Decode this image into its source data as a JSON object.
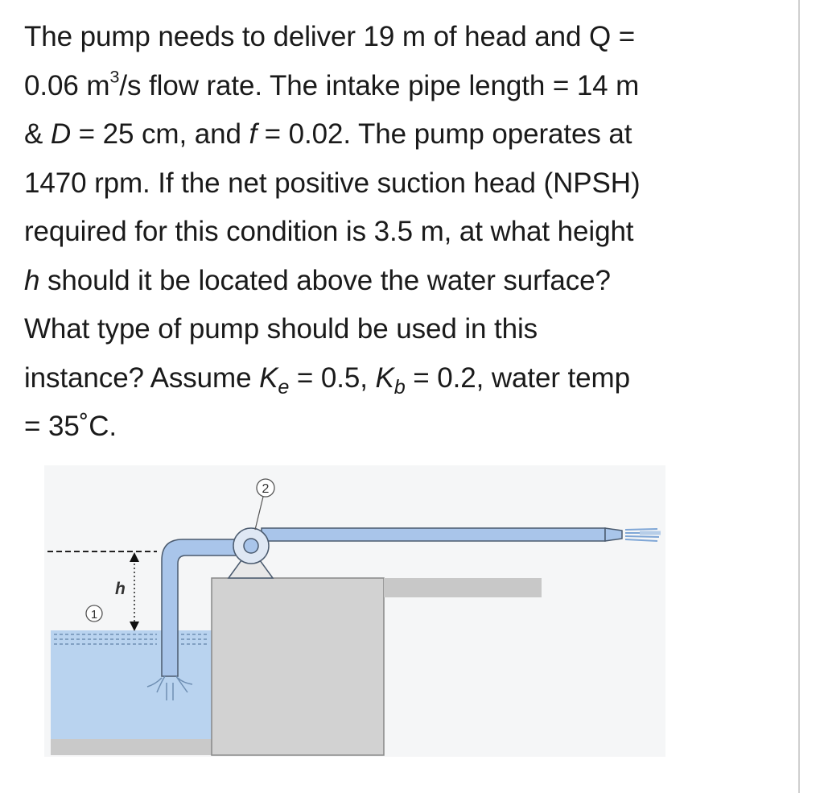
{
  "problem": {
    "line1": "The pump needs to deliver 19 m of head and Q =",
    "line2a": "0.06 m",
    "line2sup": "3",
    "line2b": "/s flow rate. The intake pipe length = 14 m",
    "line3a": "& ",
    "line3var1": "D",
    "line3b": " = 25 cm, and ",
    "line3var2": "f",
    "line3c": " = 0.02. The pump operates at",
    "line4": "1470 rpm. If the net positive suction head (NPSH)",
    "line5": "required for this condition is 3.5 m, at what height",
    "line6var": "h",
    "line6": " should it be located above the water surface?",
    "line7": "What type of pump should be used in this",
    "line8a": "instance? Assume ",
    "line8var1": "K",
    "line8sub1": "e",
    "line8b": " = 0.5, ",
    "line8var2": "K",
    "line8sub2": "b",
    "line8c": " = 0.2, water temp",
    "line9": "= 35˚C."
  },
  "figure": {
    "label_h": "h",
    "label_point1": "1",
    "label_point2": "2",
    "colors": {
      "water": "#b9d3ef",
      "pipe": "#a9c5ea",
      "pipe_stroke": "#4a5a6e",
      "block": "#d2d2d2",
      "ground": "#c9c9c9",
      "background": "#f4f5f6"
    }
  }
}
